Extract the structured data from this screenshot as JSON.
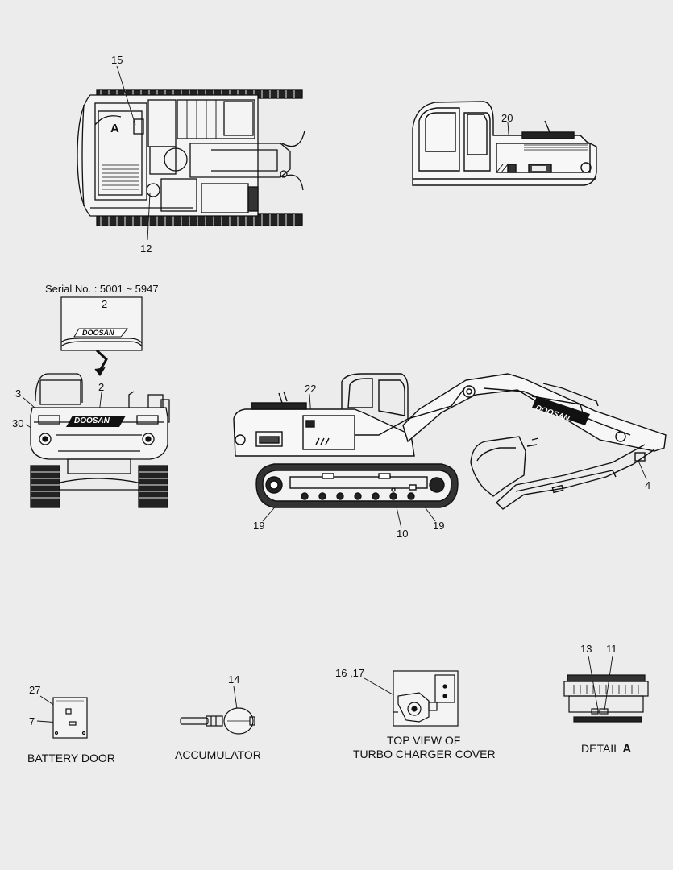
{
  "serial_note": "Serial No. : 5001 ~ 5947",
  "callouts": {
    "top_15": "15",
    "top_a": "A",
    "top_12": "12",
    "side_20": "20",
    "inset_2": "2",
    "rear_2": "2",
    "rear_3": "3",
    "rear_30": "30",
    "side_22": "22",
    "side_4": "4",
    "side_19_left": "19",
    "side_10": "10",
    "side_19_right": "19",
    "battery_27": "27",
    "battery_7": "7",
    "accumulator_14": "14",
    "turbo_16_17": "16 ,17",
    "detail_13": "13",
    "detail_11": "11"
  },
  "brand_text": "DOOSAN",
  "captions": {
    "battery_door": "BATTERY DOOR",
    "accumulator": "ACCUMULATOR",
    "turbo_line1": "TOP VIEW OF",
    "turbo_line2": "TURBO CHARGER COVER",
    "detail": "DETAIL",
    "detail_letter": "A"
  }
}
